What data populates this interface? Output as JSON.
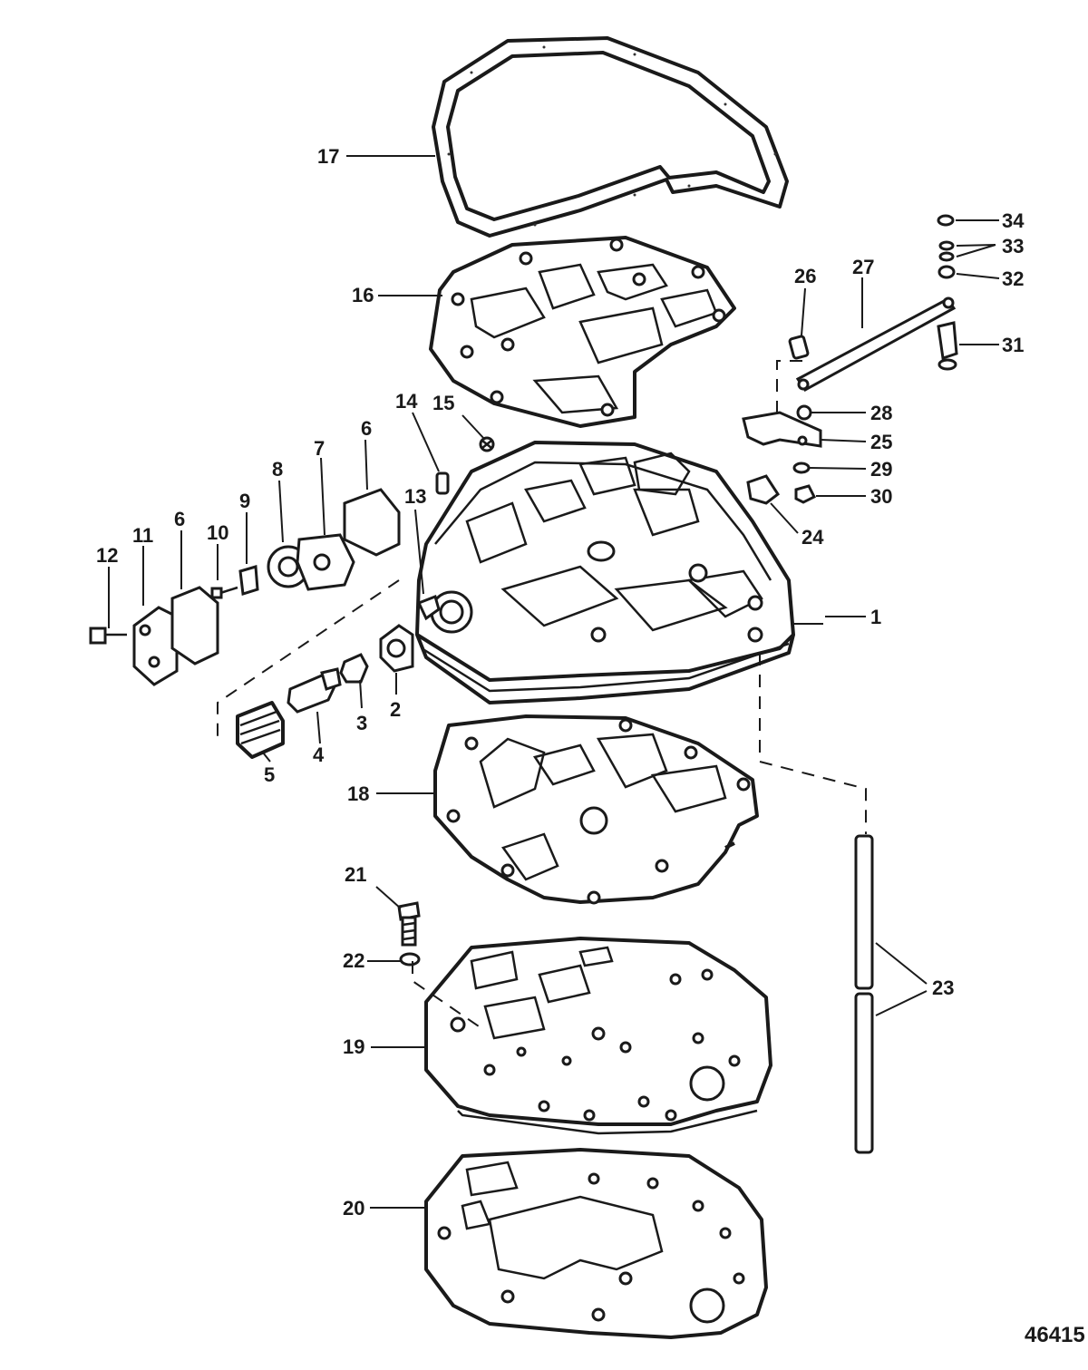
{
  "figure_number": "46415",
  "callouts": [
    "1",
    "2",
    "3",
    "4",
    "5",
    "6",
    "6",
    "7",
    "8",
    "9",
    "10",
    "11",
    "12",
    "13",
    "14",
    "15",
    "16",
    "17",
    "18",
    "19",
    "20",
    "21",
    "22",
    "23",
    "24",
    "25",
    "26",
    "27",
    "28",
    "29",
    "30",
    "31",
    "32",
    "33",
    "34"
  ]
}
